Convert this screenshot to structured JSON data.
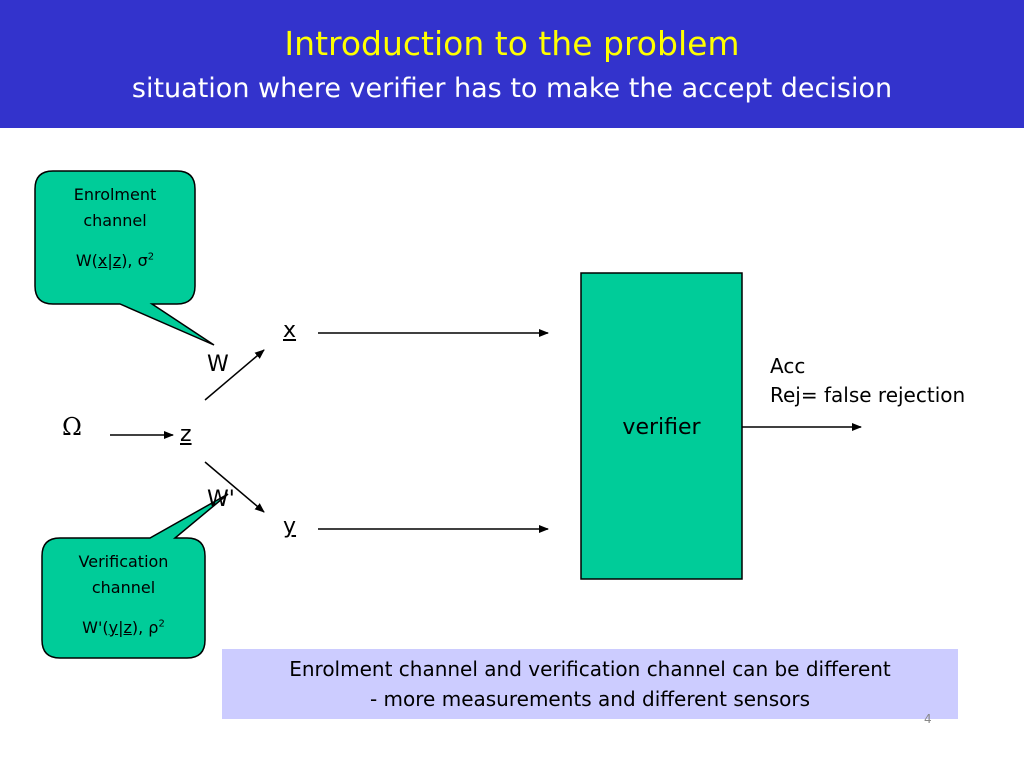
{
  "slide": {
    "title": "Introduction to the problem",
    "subtitle": "situation where verifier has to make the accept decision",
    "colors": {
      "header_bg": "#3333cc",
      "title": "#ffff00",
      "subtitle": "#ffffff",
      "shape_fill": "#00cc99",
      "note_bg": "#ccccff"
    },
    "slide_number": "4"
  },
  "enrolment_callout": {
    "line1": "Enrolment",
    "line2": "channel",
    "formula_prefix": "W(",
    "formula_x": "x",
    "formula_bar": "|",
    "formula_z": "z",
    "formula_suffix": "), σ",
    "formula_exp": "2"
  },
  "verification_callout": {
    "line1": "Verification",
    "line2": "channel",
    "formula_prefix": "W'(",
    "formula_y": "y",
    "formula_bar": "|",
    "formula_z": "z",
    "formula_suffix": "), ρ",
    "formula_exp": "2"
  },
  "diagram": {
    "omega": "Ω",
    "z": "z",
    "w": "W",
    "w_prime": "W'",
    "x": "x",
    "y": "y",
    "verifier": "verifier",
    "acc": "Acc",
    "rej": "Rej= false rejection"
  },
  "note": {
    "line1": "Enrolment channel and verification channel can be different",
    "line2": "- more measurements and different sensors"
  }
}
